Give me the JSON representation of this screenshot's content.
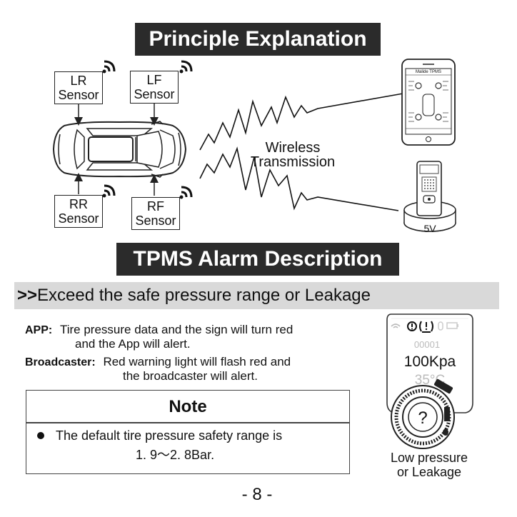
{
  "principle": {
    "title": "Principle Explanation",
    "sensors": {
      "lr": {
        "line1": "LR",
        "line2": "Sensor"
      },
      "lf": {
        "line1": "LF",
        "line2": "Sensor"
      },
      "rr": {
        "line1": "RR",
        "line2": "Sensor"
      },
      "rf": {
        "line1": "RF",
        "line2": "Sensor"
      }
    },
    "wireless": {
      "line1": "Wireless",
      "line2": "Transmission"
    },
    "phone_app_title": "Malide TPMS",
    "charger_label": "5V"
  },
  "alarm": {
    "title": "TPMS Alarm Description",
    "subheading_prefix": ">>",
    "subheading": "Exceed the safe pressure range or Leakage",
    "app_label": "APP:",
    "app_text_line1": "Tire pressure data and the sign will turn red",
    "app_text_line2": "and the App will alert.",
    "broadcaster_label": "Broadcaster:",
    "broadcaster_text_line1": "Red warning light will flash red and",
    "broadcaster_text_line2": "the broadcaster will alert.",
    "note_title": "Note",
    "note_line1": "The default tire pressure safety range is",
    "note_line2": "1. 9～2. 8Bar.",
    "device": {
      "id": "00001",
      "pressure": "100Kpa",
      "temperature": "35°C",
      "dial_symbol": "?",
      "caption_line1": "Low pressure",
      "caption_line2": "or Leakage"
    }
  },
  "page_number": "- 8 -"
}
